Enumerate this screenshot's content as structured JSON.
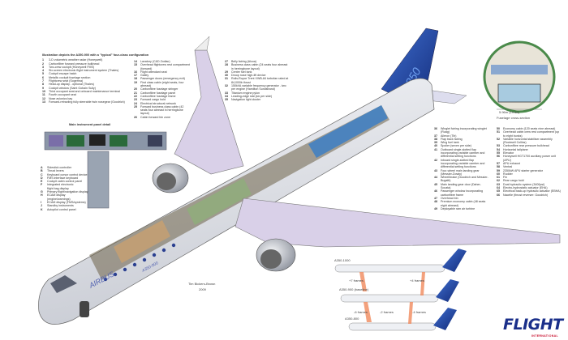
{
  "key_intro": "Illustration depicts the A350-900 with a \"typical\" four-class configuration",
  "key_col1": [
    {
      "n": "1",
      "t": "3-D volumetric weather radar (Honeywell)"
    },
    {
      "n": "2",
      "t": "Carbonfibre forward pressure bulkhead"
    },
    {
      "n": "3",
      "t": "Two-crew cockpit (Honeywell FMS)"
    },
    {
      "n": "4",
      "t": "Six-screen electronic flight instrument system (Thales)"
    },
    {
      "n": "5",
      "t": "Cockpit escape hatch"
    },
    {
      "n": "6",
      "t": "Metallic cockpit fuselage section"
    },
    {
      "n": "7",
      "t": "Flightcrew seat (Sogerma)"
    },
    {
      "n": "8",
      "t": "Head-up display - optional (Thales)"
    },
    {
      "n": "9",
      "t": "Cockpit window (Saint Gobain Sully)"
    },
    {
      "n": "10",
      "t": "Third occupant seat and onboard maintenance terminal"
    },
    {
      "n": "11",
      "t": "Fourth occupant seat"
    },
    {
      "n": "12",
      "t": "Nose avionics bay"
    },
    {
      "n": "13",
      "t": "Forward-retracting fully steerable twin nosegear (Goodrich)"
    }
  ],
  "key_col2": [
    {
      "n": "14",
      "t": "Lavatory (C&D Zodiac)"
    },
    {
      "n": "15",
      "t": "Overhead flightcrew rest compartment (forward)"
    },
    {
      "n": "16",
      "t": "Flight attendant seat"
    },
    {
      "n": "17",
      "t": "Galley"
    },
    {
      "n": "18",
      "t": "Passenger doors (emergency exit)"
    },
    {
      "n": "19",
      "t": "First class cabin (eight seats, four abreast)"
    },
    {
      "n": "20",
      "t": "Carbonfibre fuselage stringer"
    },
    {
      "n": "21",
      "t": "Carbonfibre fuselage panel"
    },
    {
      "n": "22",
      "t": "Carbonfibre fuselage frame"
    },
    {
      "n": "23",
      "t": "Forward cargo hold"
    },
    {
      "n": "24",
      "t": "Electrical structural network"
    },
    {
      "n": "25",
      "t": "Forward business class cabin (42 seats four abreast in herringbone layout)"
    },
    {
      "n": "26",
      "t": "Cabin forward bin zone"
    }
  ],
  "key_col3": [
    {
      "n": "27",
      "t": "Belly fairing (Alcoa)"
    },
    {
      "n": "28",
      "t": "Business class cabin (24 seats four abreast in herringbone layout)"
    },
    {
      "n": "29",
      "t": "Centre fuel tank"
    },
    {
      "n": "30",
      "t": "Droop nose high-lift device"
    },
    {
      "n": "31",
      "t": "Rolls-Royce Trent XWB-84 turbofan rated at 84,000lb thrust"
    },
    {
      "n": "32",
      "t": "150kVA variable frequency generator - two per engine (Hamilton Sundstrand)"
    },
    {
      "n": "33",
      "t": "Titanium engine pylon"
    },
    {
      "n": "34",
      "t": "Leading-edge slat (six per side)"
    },
    {
      "n": "35",
      "t": "Navigation light cluster"
    }
  ],
  "key_col4": [
    {
      "n": "36",
      "t": "Winglet fairing incorporating winglet (Ruag)"
    },
    {
      "n": "37",
      "t": "Aileron (Tih)"
    },
    {
      "n": "38",
      "t": "Flap track fairing"
    },
    {
      "n": "39",
      "t": "Wing fuel tank"
    },
    {
      "n": "40",
      "t": "Spoiler (seven per side)"
    },
    {
      "n": "41",
      "t": "Outboard single-slotted flap incorporating variable camber and differential setting functions"
    },
    {
      "n": "42",
      "t": "Inboard single-slotted flap incorporating variable camber and differential setting functions"
    },
    {
      "n": "43",
      "t": "Four-wheel main landing gear (Messier-Dowty)"
    },
    {
      "n": "44",
      "t": "Wheel/brake (Goodrich and Messier-Bugatti)"
    },
    {
      "n": "45",
      "t": "Main landing gear door (Daher-Socata)"
    },
    {
      "n": "46",
      "t": "Passenger window incorporating carbonfibre frame"
    },
    {
      "n": "47",
      "t": "Overhead bin"
    },
    {
      "n": "48",
      "t": "Premium economy cabin (48 seats eight abreast)"
    },
    {
      "n": "49",
      "t": "Deployable ram air turbine"
    }
  ],
  "key_col5": [
    {
      "n": "50",
      "t": "Economy cabin (120 seats nine abreast)"
    },
    {
      "n": "51",
      "t": "Overhead cabin crew rest compartment (up to eight bunks)"
    },
    {
      "n": "52",
      "t": "Variable horizontal stabiliser assembly (Rockwell Collins)"
    },
    {
      "n": "53",
      "t": "Carbonfibre rear pressure bulkhead"
    },
    {
      "n": "54",
      "t": "Horizontal tailplane"
    },
    {
      "n": "55",
      "t": "Elevator"
    },
    {
      "n": "56",
      "t": "Honeywell HGT1700 auxiliary power unit (APU)"
    },
    {
      "n": "57",
      "t": "APU exhaust"
    },
    {
      "n": "58",
      "t": "Ventral"
    },
    {
      "n": "59",
      "t": "2350kW APU starter generator"
    },
    {
      "n": "60",
      "t": "Rudder"
    },
    {
      "n": "61",
      "t": "Fin"
    },
    {
      "n": "62",
      "t": "Rear cargo hold"
    },
    {
      "n": "63",
      "t": "Dual hydraulic system (3400psi)"
    },
    {
      "n": "64",
      "t": "Electro-hydrostatic actuator (EHA)"
    },
    {
      "n": "65",
      "t": "Electrical back-up hydraulic actuator (EBHA)"
    },
    {
      "n": "66",
      "t": "Nacelle (thrust reverser: Goodrich)"
    }
  ],
  "cockpit_detail": {
    "title": "Main instrument panel detail",
    "items": [
      {
        "n": "A",
        "t": "Sidestick controller"
      },
      {
        "n": "B",
        "t": "Thrust levers"
      },
      {
        "n": "C",
        "t": "Keyboard cursor control device"
      },
      {
        "n": "D",
        "t": "FMS interface keyboard"
      },
      {
        "n": "E",
        "t": "Cockpit cabin control panel"
      },
      {
        "n": "F",
        "t": "Integrated electronic"
      },
      {
        "n": "",
        "t": "flight bag display"
      },
      {
        "n": "G",
        "t": "Primary flight/navigation display"
      },
      {
        "n": "H",
        "t": "ECAM display (engine/warnings)"
      },
      {
        "n": "I",
        "t": "ECAM display (FMS/systems)"
      },
      {
        "n": "J",
        "t": "Standby instruments"
      },
      {
        "n": "K",
        "t": "Autopilot control panel"
      }
    ]
  },
  "cross_section": {
    "dimension": "5.96m (19.6ft)",
    "caption": "Fuselage cross-section"
  },
  "variants": [
    {
      "name": "A350-1000",
      "note_front": "+7 frames",
      "note_rear": "+4 frames"
    },
    {
      "name": "A350-900 (baseline)",
      "note_front": "-6 frames",
      "note_mid": "-2 frames",
      "note_rear": "-4 frames"
    },
    {
      "name": "A350-800"
    }
  ],
  "fuselage_titles": {
    "airline": "AIRBUS",
    "model": "A350-900",
    "tail": "A350"
  },
  "artist": {
    "name": "Tim Bickers-Brown",
    "year": "2009"
  },
  "logo": {
    "main": "FLIGHT",
    "sub": "INTERNATIONAL"
  },
  "colors": {
    "tail_blue": "#1f3c96",
    "wing_lilac": "#d9d0e8",
    "frame_orange": "#f08a5d",
    "logo_blue": "#1a2f8a",
    "logo_red": "#c8102e",
    "section_green": "#4a8a4a"
  }
}
